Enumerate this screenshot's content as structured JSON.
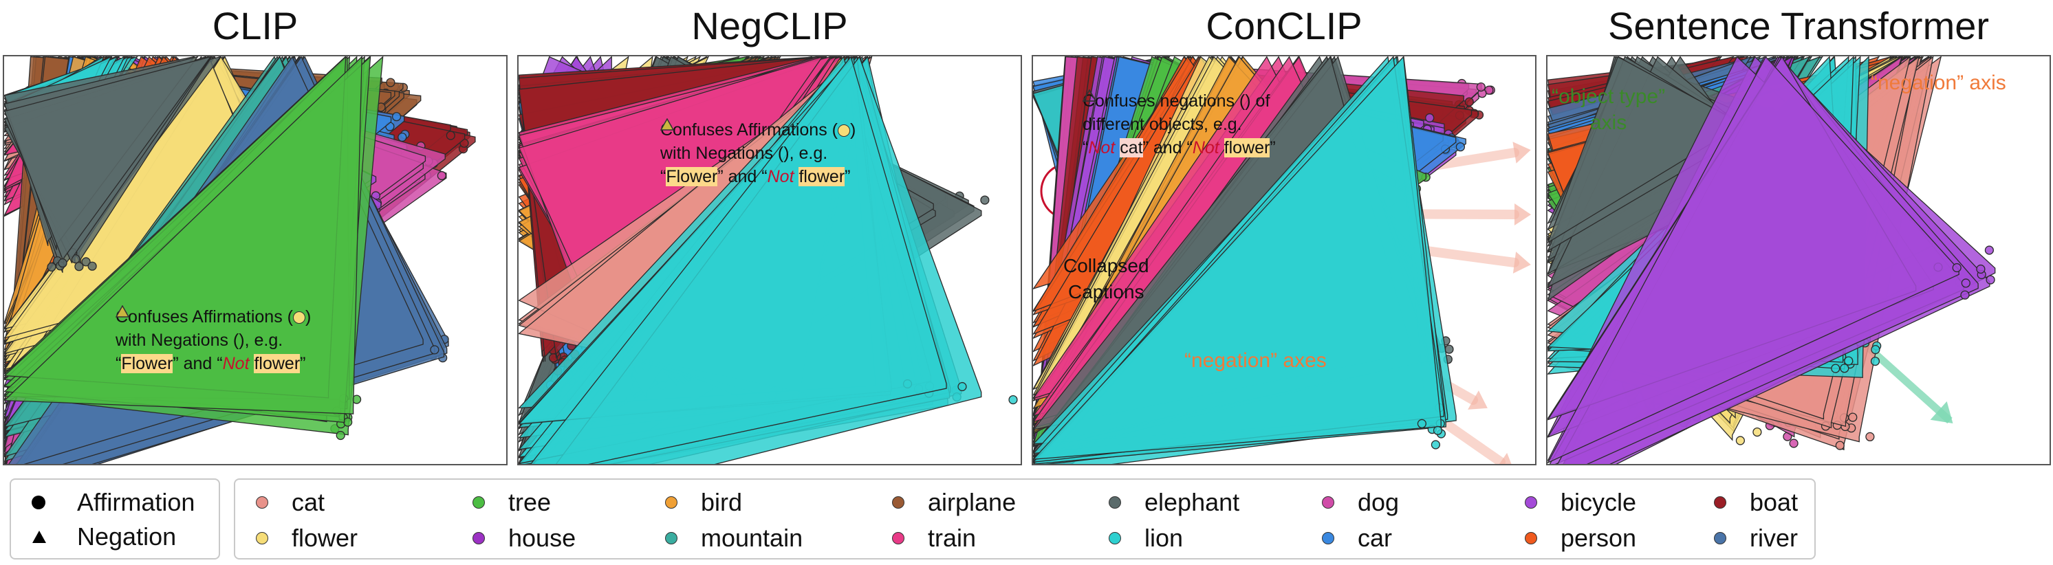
{
  "legend": {
    "shapes": [
      {
        "label": "Affirmation",
        "icon": "circle-marker-icon"
      },
      {
        "label": "Negation",
        "icon": "triangle-marker-icon"
      }
    ],
    "categories": [
      {
        "label": "cat",
        "color": "#e8928a"
      },
      {
        "label": "flower",
        "color": "#f6dd78"
      },
      {
        "label": "tree",
        "color": "#4cbd43"
      },
      {
        "label": "house",
        "color": "#9c32c4"
      },
      {
        "label": "bird",
        "color": "#f0a035"
      },
      {
        "label": "mountain",
        "color": "#3aada0"
      },
      {
        "label": "airplane",
        "color": "#9a5a34"
      },
      {
        "label": "train",
        "color": "#e83b87"
      },
      {
        "label": "elephant",
        "color": "#5b6b6b"
      },
      {
        "label": "lion",
        "color": "#2ed0d0"
      },
      {
        "label": "dog",
        "color": "#d04ca8"
      },
      {
        "label": "car",
        "color": "#3a88e0"
      },
      {
        "label": "bicycle",
        "color": "#a44ad8"
      },
      {
        "label": "person",
        "color": "#f05a1e"
      },
      {
        "label": "boat",
        "color": "#9a1e26"
      },
      {
        "label": "river",
        "color": "#4a74a8"
      }
    ]
  },
  "annotations": {
    "clip": {
      "line1": "Confuses Affirmations (",
      "line1_end": ")",
      "line2": "with Negations (",
      "line2_end": "), e.g.",
      "q_open": "“",
      "flower_cap": "Flower",
      "and": "” and “",
      "not": "Not",
      "flower": "flower",
      "q_close": "”"
    },
    "negclip": {
      "line1": "Confuses Affirmations (",
      "line1_end": ")",
      "line2": "with Negations (",
      "line2_end": "), e.g.",
      "q_open": "“",
      "flower_cap": "Flower",
      "and": "” and “",
      "not": "Not",
      "flower": "flower",
      "q_close": "”"
    },
    "conclip": {
      "line1": "Confuses negations (",
      "line1_end": ") of",
      "line2": "different objects, e.g.",
      "q_open": "“",
      "not1": "Not",
      "cat": "cat",
      "and": "” and “",
      "not2": "Not",
      "flower": "flower",
      "q_close": "”",
      "collapsed1": "Collapsed",
      "collapsed2": "Captions",
      "negation_axes": "“negation” axes",
      "negation_axes_color": "#f07a3a"
    },
    "sentence_transformer": {
      "object_type_1": "“object type”",
      "object_type_2": "axis",
      "object_type_color": "#3a8a28",
      "negation_axis": "“negation” axis",
      "negation_axis_color": "#f07a3a"
    }
  },
  "chart_data": [
    {
      "type": "scatter",
      "title": "CLIP",
      "xlabel": "",
      "ylabel": "",
      "clusters": [
        {
          "category": "cat",
          "marker": "mixed",
          "approx_points": 30
        },
        {
          "category": "train",
          "marker": "mixed",
          "approx_points": 30
        },
        {
          "category": "airplane",
          "marker": "mixed",
          "approx_points": 20
        },
        {
          "category": "boat",
          "marker": "mixed",
          "approx_points": 20
        },
        {
          "category": "car",
          "marker": "mixed",
          "approx_points": 30
        },
        {
          "category": "dog",
          "marker": "mixed",
          "approx_points": 20
        },
        {
          "category": "bicycle",
          "marker": "mixed",
          "approx_points": 20
        },
        {
          "category": "bird",
          "marker": "mixed",
          "approx_points": 25
        },
        {
          "category": "person",
          "marker": "mixed",
          "approx_points": 25
        },
        {
          "category": "flower",
          "marker": "mixed",
          "approx_points": 30
        },
        {
          "category": "lion",
          "marker": "mixed",
          "approx_points": 25
        },
        {
          "category": "elephant",
          "marker": "mixed",
          "approx_points": 20
        },
        {
          "category": "mountain",
          "marker": "mixed",
          "approx_points": 20
        },
        {
          "category": "river",
          "marker": "mixed",
          "approx_points": 15
        },
        {
          "category": "tree",
          "marker": "mixed",
          "approx_points": 20
        }
      ]
    },
    {
      "type": "scatter",
      "title": "NegCLIP",
      "xlabel": "",
      "ylabel": "",
      "clusters": [
        {
          "category": "bicycle",
          "marker": "mixed",
          "approx_points": 20
        },
        {
          "category": "flower",
          "marker": "mixed",
          "approx_points": 20
        },
        {
          "category": "elephant",
          "marker": "mixed",
          "approx_points": 30
        },
        {
          "category": "tree",
          "marker": "mixed",
          "approx_points": 20
        },
        {
          "category": "airplane",
          "marker": "mixed",
          "approx_points": 15
        },
        {
          "category": "car",
          "marker": "mixed",
          "approx_points": 20
        },
        {
          "category": "person",
          "marker": "mixed",
          "approx_points": 20
        },
        {
          "category": "bird",
          "marker": "mixed",
          "approx_points": 20
        },
        {
          "category": "boat",
          "marker": "mixed",
          "approx_points": 20
        },
        {
          "category": "train",
          "marker": "mixed",
          "approx_points": 20
        },
        {
          "category": "cat",
          "marker": "mixed",
          "approx_points": 15
        },
        {
          "category": "lion",
          "marker": "mixed",
          "approx_points": 30
        }
      ]
    },
    {
      "type": "scatter",
      "title": "ConCLIP",
      "xlabel": "",
      "ylabel": "",
      "clusters": [
        {
          "category": "dog",
          "marker": "mixed",
          "approx_points": 15
        },
        {
          "category": "boat",
          "marker": "mixed",
          "approx_points": 15
        },
        {
          "category": "bicycle",
          "marker": "mixed",
          "approx_points": 20
        },
        {
          "category": "car",
          "marker": "mixed",
          "approx_points": 15
        },
        {
          "category": "tree",
          "marker": "mixed",
          "approx_points": 20
        },
        {
          "category": "person",
          "marker": "mixed",
          "approx_points": 20
        },
        {
          "category": "flower",
          "marker": "mixed",
          "approx_points": 15
        },
        {
          "category": "bird",
          "marker": "mixed",
          "approx_points": 15
        },
        {
          "category": "train",
          "marker": "mixed",
          "approx_points": 15
        },
        {
          "category": "elephant",
          "marker": "mixed",
          "approx_points": 15
        },
        {
          "category": "lion",
          "marker": "mixed",
          "approx_points": 15
        }
      ]
    },
    {
      "type": "scatter",
      "title": "Sentence Transformer",
      "xlabel": "",
      "ylabel": "",
      "clusters": [
        {
          "category": "boat",
          "marker": "mixed",
          "approx_points": 15
        },
        {
          "category": "river",
          "marker": "mixed",
          "approx_points": 15
        },
        {
          "category": "car",
          "marker": "mixed",
          "approx_points": 20
        },
        {
          "category": "mountain",
          "marker": "mixed",
          "approx_points": 15
        },
        {
          "category": "house",
          "marker": "mixed",
          "approx_points": 20
        },
        {
          "category": "tree",
          "marker": "mixed",
          "approx_points": 20
        },
        {
          "category": "person",
          "marker": "mixed",
          "approx_points": 20
        },
        {
          "category": "flower",
          "marker": "mixed",
          "approx_points": 20
        },
        {
          "category": "dog",
          "marker": "mixed",
          "approx_points": 20
        },
        {
          "category": "cat",
          "marker": "mixed",
          "approx_points": 20
        },
        {
          "category": "lion",
          "marker": "mixed",
          "approx_points": 20
        },
        {
          "category": "elephant",
          "marker": "mixed",
          "approx_points": 20
        },
        {
          "category": "bicycle",
          "marker": "mixed",
          "approx_points": 20
        }
      ]
    }
  ]
}
